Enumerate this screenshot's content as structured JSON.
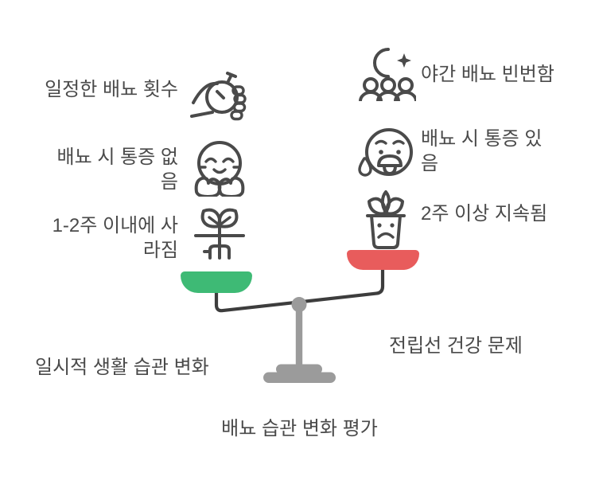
{
  "title": "배뇨 습관 변화 평가",
  "left": {
    "items": [
      {
        "label": "일정한 배뇨 횟수",
        "icon": "stopwatch-hand-icon"
      },
      {
        "label": "배뇨 시 통증 없\n음",
        "icon": "relieved-face-icon"
      },
      {
        "label": "1-2주 이내에 사\n라짐",
        "icon": "sprout-icon"
      }
    ],
    "conclusion": "일시적 생활 습관 변화"
  },
  "right": {
    "items": [
      {
        "label": "야간 배뇨 빈번함",
        "icon": "night-crowd-icon"
      },
      {
        "label": "배뇨 시 통증 있\n음",
        "icon": "pained-face-icon"
      },
      {
        "label": "2주 이상 지속됨",
        "icon": "sad-potted-plant-icon"
      }
    ],
    "conclusion": "전립선 건강 문제"
  },
  "scale": {
    "left_pan_color": "#3eba75",
    "right_pan_color": "#e85c5c",
    "beam_color": "#3d3d3d",
    "stand_color": "#9b9b9b"
  },
  "colors": {
    "text": "#4a4a4a",
    "icon_stroke": "#4a4a4a",
    "background": "#ffffff"
  }
}
